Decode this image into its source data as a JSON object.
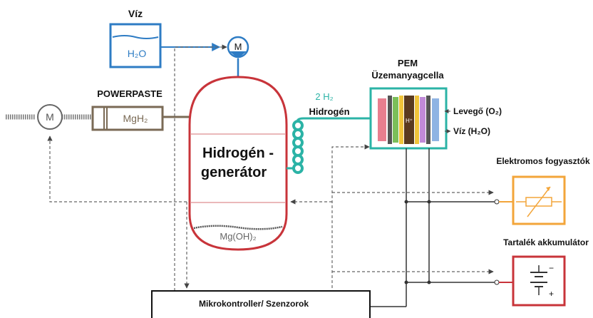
{
  "water_tank": {
    "label": "Víz",
    "content": "H₂O"
  },
  "pump": {
    "symbol": "M"
  },
  "powerpaste": {
    "label": "POWERPASTE",
    "content": "MgH₂",
    "motor_symbol": "M"
  },
  "generator": {
    "line1": "Hidrogén -",
    "line2": "generátor",
    "residue": "Mg(OH)₂"
  },
  "hydrogen_flow": {
    "formula": "2 H₂",
    "label": "Hidrogén"
  },
  "fuel_cell": {
    "title1": "PEM",
    "title2": "Üzemanyagcella",
    "air_label": "Levegő (O₂)",
    "water_label": "Víz (H₂O)",
    "membrane_label": "H⁺"
  },
  "consumers": {
    "label": "Elektromos fogyasztók"
  },
  "battery": {
    "label": "Tartalék akkumulátor",
    "minus": "−",
    "plus": "+"
  },
  "controller": {
    "label": "Mikrokontroller/ Szenzorok"
  },
  "colors": {
    "water": "#2e7cc4",
    "generator": "#c8343a",
    "fuel_cell": "#2bb3a6",
    "consumer": "#f3a53a",
    "battery": "#c8343a",
    "paste": "#7a6a55",
    "dashed": "#666666",
    "power": "#333333"
  }
}
